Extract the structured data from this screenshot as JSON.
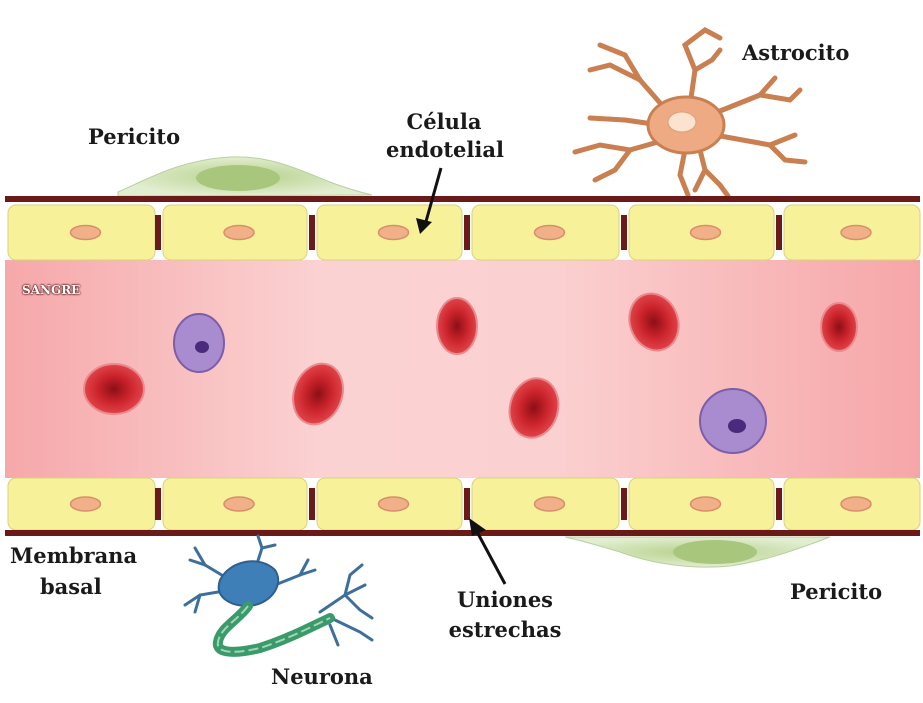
{
  "labels": {
    "astrocito": "Astrocito",
    "pericito_top": "Pericito",
    "celula": "Célula",
    "endotelial": "endotelial",
    "sangre": "SANGRE",
    "membrana": "Membrana",
    "basal": "basal",
    "uniones": "Uniones",
    "estrechas": "estrechas",
    "pericito_bottom": "Pericito",
    "neurona": "Neurona"
  },
  "colors": {
    "vessel_wall": "#6b1a1a",
    "endothelial": "#f7f29a",
    "nucleus": "#f2b089",
    "blood": "#f7b3b3",
    "rbc": "#c8232c",
    "leukocyte": "#a98bd0",
    "pericyte": "#c9deb0",
    "astrocyte": "#e9a87a",
    "neuron_body": "#3f7fb8",
    "axon": "#3a9a6a"
  }
}
